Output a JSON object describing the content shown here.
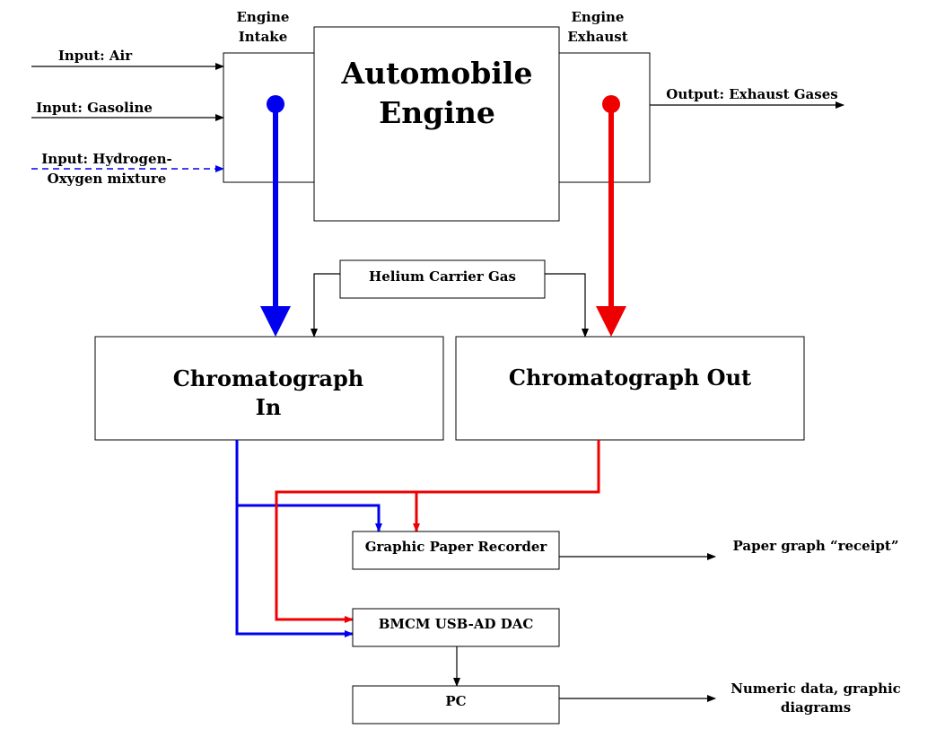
{
  "diagram": {
    "engine_title_line1": "Automobile",
    "engine_title_line2": "Engine",
    "intake_label_line1": "Engine",
    "intake_label_line2": "Intake",
    "exhaust_label_line1": "Engine",
    "exhaust_label_line2": "Exhaust",
    "input_air": "Input: Air",
    "input_gasoline": "Input: Gasoline",
    "input_hho_line1": "Input: Hydrogen-",
    "input_hho_line2": "Oxygen mixture",
    "output_exhaust": "Output: Exhaust Gases",
    "helium": "Helium Carrier Gas",
    "chrom_in_line1": "Chromatograph",
    "chrom_in_line2": "In",
    "chrom_out": "Chromatograph Out",
    "paper_recorder": "Graphic Paper Recorder",
    "paper_receipt": "Paper graph “receipt”",
    "dac": "BMCM USB-AD DAC",
    "pc": "PC",
    "numeric_line1": "Numeric data, graphic",
    "numeric_line2": "diagrams"
  },
  "colors": {
    "intake_flow": "#0000ee",
    "exhaust_flow": "#ee0000",
    "lines": "#000000",
    "background": "#ffffff"
  }
}
